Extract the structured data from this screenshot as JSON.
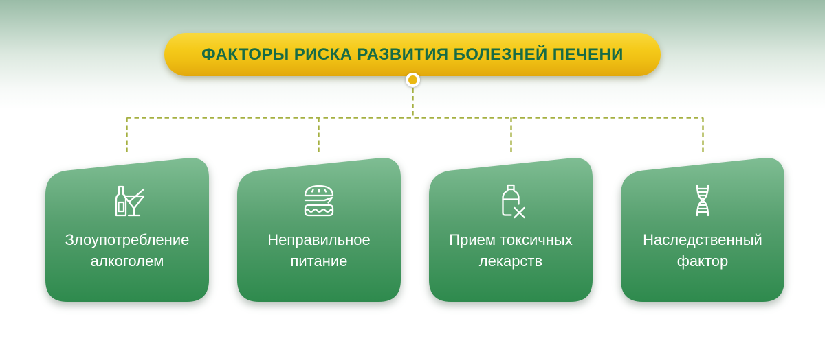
{
  "banner": {
    "title": "ФАКТОРЫ РИСКА РАЗВИТИЯ БОЛЕЗНЕЙ ПЕЧЕНИ"
  },
  "cards": [
    {
      "icon": "bottle-martini-icon",
      "line1": "Злоупотребление",
      "line2": "алкоголем",
      "label": "Злоупотребление алкоголем"
    },
    {
      "icon": "burger-icon",
      "line1": "Неправильное",
      "line2": "питание",
      "label": "Неправильное питание"
    },
    {
      "icon": "toxic-medicine-icon",
      "line1": "Прием токсичных",
      "line2": "лекарств",
      "label": "Прием токсичных лекарств"
    },
    {
      "icon": "dna-icon",
      "line1": "Наследственный",
      "line2": "фактор",
      "label": "Наследственный фактор"
    }
  ],
  "colors": {
    "background_top_green": "#9abca7",
    "banner_gradient_top": "#f9d93e",
    "banner_gradient_bottom": "#e2a80c",
    "banner_text_green": "#176b46",
    "connector_dot_yellow": "#eab812",
    "dashed_line_olive": "#a5b042",
    "card_gradient_top": "#80be94",
    "card_gradient_bottom": "#2e8a4d",
    "card_text": "#ffffff"
  }
}
